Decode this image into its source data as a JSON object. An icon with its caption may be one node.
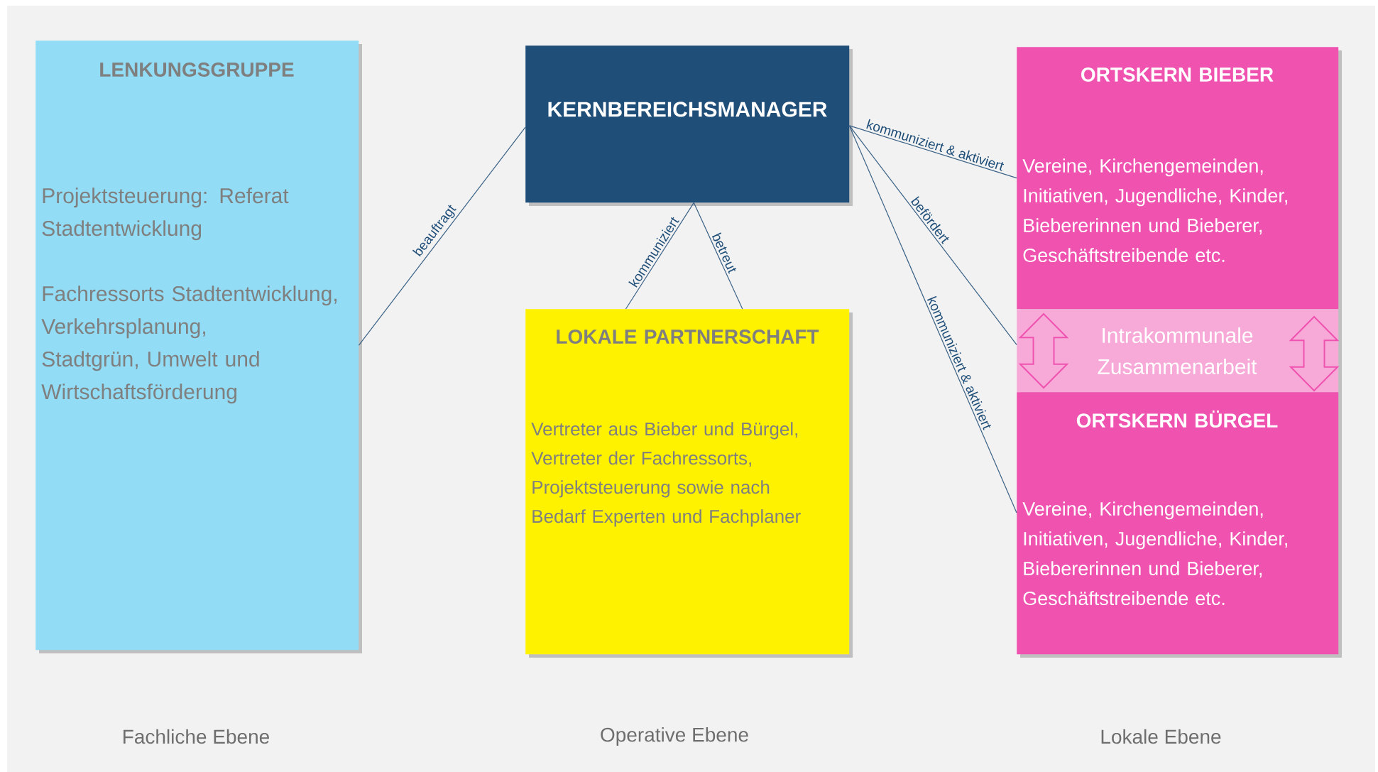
{
  "diagram": {
    "nodes": [
      {
        "text": [
          "LENKUNGSGRUPPE",
          "Projektsteuerung: Referat Stadtentwicklung",
          "Fachressorts Stadtentwicklung, Verkehrsplanung, Stadtgrün, Umwelt und Wirtschaftsförderung"
        ]
      },
      {
        "text": [
          "KERNBEREICHSMANAGER"
        ]
      },
      {
        "text": [
          "LOKALE PARTNERSCHAFT",
          "Vertreter aus Bieber und Bürgel, Vertreter der Fachressorts, Projektsteuerung sowie nach Bedarf Experten und Fachplaner"
        ]
      },
      {
        "text": [
          "ORTSKERN BIEBER",
          "Vereine, Kirchengemeinden, Initiativen, Jugendliche, Kinder, Biebererinnen und Bieberer, Geschäftstreibende etc."
        ]
      },
      {
        "text": [
          "Intrakommunale Zusammenarbeit"
        ]
      },
      {
        "text": [
          "ORTSKERN BÜRGEL",
          "Vereine, Kirchengemeinden, Initiativen, Jugendliche, Kinder, Biebererinnen und Bieberer, Geschäftstreibende etc."
        ]
      }
    ],
    "edges": [
      {
        "from": 1,
        "to": 0,
        "arrow": "none",
        "label": "beauftragt"
      },
      {
        "from": 1,
        "to": 2,
        "arrow": "none",
        "label": "kommuniziert"
      },
      {
        "from": 1,
        "to": 2,
        "arrow": "none",
        "label": "betreut"
      },
      {
        "from": 1,
        "to": 3,
        "arrow": "none",
        "label": "kommuniziert & aktiviert"
      },
      {
        "from": 1,
        "to": 4,
        "arrow": "none",
        "label": "befördert"
      },
      {
        "from": 1,
        "to": 5,
        "arrow": "none",
        "label": "kommuniziert & aktiviert"
      }
    ],
    "labels": [
      "Fachliche Ebene",
      "Operative Ebene",
      "Lokale Ebene"
    ]
  }
}
